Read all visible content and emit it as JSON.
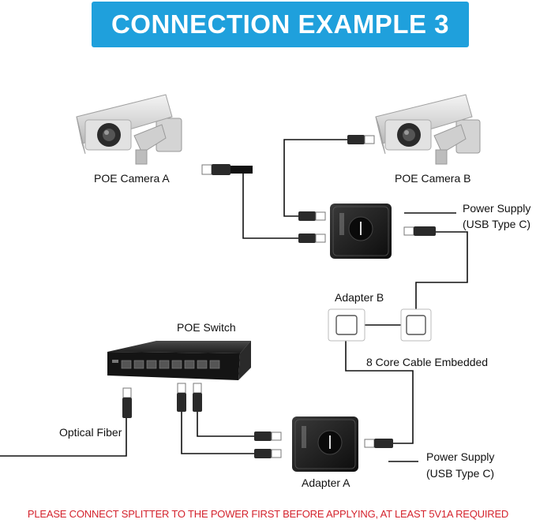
{
  "title": "CONNECTION EXAMPLE 3",
  "labels": {
    "camera_a": "POE Camera A",
    "camera_b": "POE Camera B",
    "poe_switch": "POE Switch",
    "optical_fiber": "Optical Fiber",
    "adapter_a": "Adapter A",
    "adapter_b": "Adapter B",
    "cable": "8 Core Cable Embedded",
    "power_b_line1": "Power Supply",
    "power_b_line2": "(USB Type C)",
    "power_a_line1": "Power Supply",
    "power_a_line2": "(USB Type C)"
  },
  "footer": "PLEASE CONNECT SPLITTER TO THE POWER FIRST BEFORE APPLYING, AT LEAST 5V1A REQUIRED",
  "colors": {
    "banner": "#1fa0dc",
    "footer_text": "#d4232d",
    "device_body": "#1a1a1a"
  }
}
